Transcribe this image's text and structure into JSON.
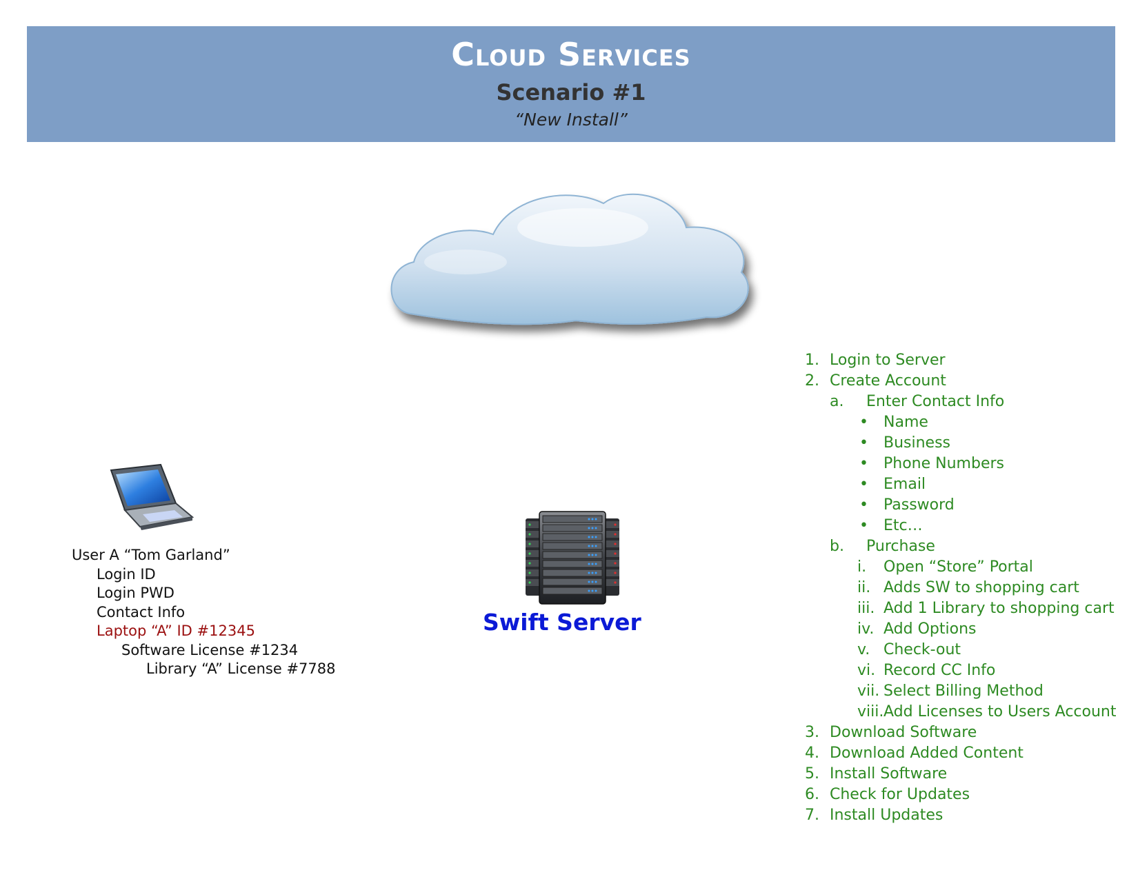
{
  "header": {
    "title": "Cloud Services",
    "subtitle": "Scenario #1",
    "subsubtitle": "“New Install”"
  },
  "server": {
    "label": "Swift Server"
  },
  "user": {
    "name": "User A “Tom Garland”",
    "login_id": "Login ID",
    "login_pwd": "Login PWD",
    "contact_info": "Contact Info",
    "laptop_id": "Laptop “A” ID #12345",
    "software_license": "Software License #1234",
    "library_license": "Library “A” License #7788"
  },
  "steps": [
    {
      "marker": "1.",
      "text": "Login to Server",
      "level": 0
    },
    {
      "marker": "2.",
      "text": "Create Account",
      "level": 0
    },
    {
      "marker": "a.",
      "text": "Enter Contact Info",
      "level": 1
    },
    {
      "marker": "•",
      "text": "Name",
      "level": 2
    },
    {
      "marker": "•",
      "text": "Business",
      "level": 2
    },
    {
      "marker": "•",
      "text": "Phone Numbers",
      "level": 2
    },
    {
      "marker": "•",
      "text": "Email",
      "level": 2
    },
    {
      "marker": "•",
      "text": "Password",
      "level": 2
    },
    {
      "marker": "•",
      "text": "Etc…",
      "level": 2
    },
    {
      "marker": "b.",
      "text": "Purchase",
      "level": 1
    },
    {
      "marker": "i.",
      "text": "Open “Store” Portal",
      "level": 3
    },
    {
      "marker": "ii.",
      "text": "Adds SW to shopping cart",
      "level": 3
    },
    {
      "marker": "iii.",
      "text": "Add 1 Library to shopping cart",
      "level": 3
    },
    {
      "marker": "iv.",
      "text": "Add Options",
      "level": 3
    },
    {
      "marker": "v.",
      "text": "Check-out",
      "level": 3
    },
    {
      "marker": "vi.",
      "text": "Record CC Info",
      "level": 3
    },
    {
      "marker": "vii.",
      "text": "Select Billing Method",
      "level": 3
    },
    {
      "marker": "viii.",
      "text": "Add Licenses to Users Account",
      "level": 3
    },
    {
      "marker": "3.",
      "text": "Download Software",
      "level": 0
    },
    {
      "marker": "4.",
      "text": "Download Added Content",
      "level": 0
    },
    {
      "marker": "5.",
      "text": "Install Software",
      "level": 0
    },
    {
      "marker": "6.",
      "text": "Check for Updates",
      "level": 0
    },
    {
      "marker": "7.",
      "text": "Install Updates",
      "level": 0
    }
  ]
}
